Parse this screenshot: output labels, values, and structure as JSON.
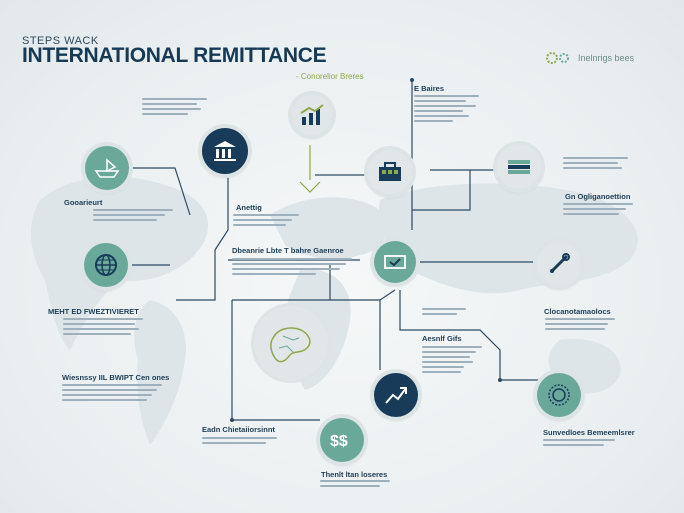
{
  "header": {
    "subtitle": "STEPS WACK",
    "title": "INTERNATIONAL REMITTANCE"
  },
  "brand": {
    "name": "Inelnrigs bees"
  },
  "tagline": "- Conorelior Breres",
  "labels": {
    "top_right": "E Baires",
    "left_1": "Gooarieurt",
    "mid_1": "Anettig",
    "mid_2": "Dbeanrie Lbte T bahre Gaenroe",
    "right_1": "Gn Ogliganoettion",
    "left_2": "MEHT ED FWEZTIVIERET",
    "right_2": "Clocanotamaolocs",
    "center_small": "Aesnlf Gifs",
    "left_3": "Wiesnssy IIL BWIPT Cen ones",
    "bottom_1": "Eadn Chietaiiorsinnt",
    "bottom_2": "Thenlt ltan loseres",
    "bottom_right": "Sunvedloes Bemeemlsrer"
  },
  "icons": {
    "bank": "bank-icon",
    "growth": "growth-chart-icon",
    "transfer": "transfer-icon",
    "money": "money-stack-icon",
    "ship": "ship-icon",
    "globe": "globe-icon",
    "tool": "tool-icon",
    "shield": "shield-check-icon",
    "world": "world-map-icon",
    "trend": "trend-arrow-icon",
    "dollars": "dollar-icon",
    "coin": "coin-icon",
    "brand": "brand-gear-icon"
  },
  "colors": {
    "navy": "#173b58",
    "teal": "#6aa99a",
    "accent": "#8da84a"
  }
}
